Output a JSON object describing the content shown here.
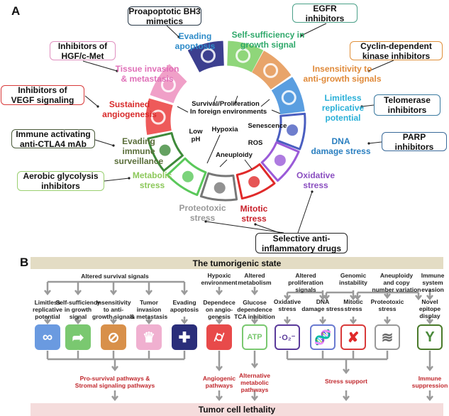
{
  "panel_a": {
    "letter": "A",
    "center_text": "Survival/Proliferation\nIn foreign environments",
    "inner_labels": {
      "low_ph": "Low\npH",
      "hypoxia": "Hypoxia",
      "senescence": "Senescence",
      "ros": "ROS",
      "aneuploidy": "Aneuploidy"
    },
    "hallmarks": [
      {
        "id": "evading-apoptosis",
        "label": "Evading\napoptosis",
        "color": "#2e8bc9",
        "icon": "cross-icon",
        "icon_color": "#3c3f8f"
      },
      {
        "id": "self-sufficiency",
        "label": "Self-sufficiency in\ngrowth signal",
        "color": "#2ea86a",
        "icon": "arrow-icon",
        "icon_color": "#8fd67a"
      },
      {
        "id": "insensitivity",
        "label": "Insensitivity to\nanti-growth signals",
        "color": "#e08a3a",
        "icon": "no-sign-icon",
        "icon_color": "#e8a46a"
      },
      {
        "id": "limitless",
        "label": "Limitless\nreplicative\npotential",
        "color": "#2ab0d8",
        "icon": "infinity-icon",
        "icon_color": "#5a9ee0"
      },
      {
        "id": "dna-damage",
        "label": "DNA\ndamage stress",
        "color": "#2a7fc0",
        "icon": "dna-icon",
        "icon_color": "#4a5ec0"
      },
      {
        "id": "oxidative",
        "label": "Oxidative\nstress",
        "color": "#8a4ec0",
        "icon": "superoxide-icon",
        "icon_color": "#9a5ad8"
      },
      {
        "id": "mitotic",
        "label": "Mitotic\nstress",
        "color": "#c8202a",
        "icon": "chromosome-icon",
        "icon_color": "#e02a2a"
      },
      {
        "id": "proteotoxic",
        "label": "Proteotoxic\nstress",
        "color": "#999999",
        "icon": "protein-icon",
        "icon_color": "#777777"
      },
      {
        "id": "metabolic",
        "label": "Metabolic\nstress",
        "color": "#8cc85a",
        "icon": "atp-icon",
        "icon_color": "#5ac85a"
      },
      {
        "id": "immune",
        "label": "Evading\nimmune\nsurveillance",
        "color": "#5a6e3a",
        "icon": "antibody-icon",
        "icon_color": "#3e8a3a"
      },
      {
        "id": "angiogenesis",
        "label": "Sustained\nangiogenesis",
        "color": "#d82a2a",
        "icon": "vessel-icon",
        "icon_color": "#ee5a5a"
      },
      {
        "id": "invasion",
        "label": "Tissue invasion\n& metastasis",
        "color": "#e070b8",
        "icon": "crown-icon",
        "icon_color": "#f0a0c8"
      }
    ],
    "drugs": [
      {
        "label": "Proapoptotic BH3\nmimetics",
        "border": "#2a3a4a"
      },
      {
        "label": "EGFR inhibitors",
        "border": "#4aa088"
      },
      {
        "label": "Cyclin-dependent\nkinase inhibitors",
        "border": "#e0903a"
      },
      {
        "label": "Telomerase\ninhibitors",
        "border": "#3a7aa0"
      },
      {
        "label": "PARP inhibitors",
        "border": "#3a6a9a"
      },
      {
        "label": "Inhibitors of\nHGF/c-Met",
        "border": "#e090c0"
      },
      {
        "label": "Inhibitors of\nVEGF signaling",
        "border": "#d83a3a"
      },
      {
        "label": "Immune activating\nanti-CTLA4 mAb",
        "border": "#4a5a3a"
      },
      {
        "label": "Aerobic glycolysis\ninhibitors",
        "border": "#9ad070"
      },
      {
        "label": "Selective anti-\ninflammatory drugs",
        "border": "#222222"
      }
    ]
  },
  "panel_b": {
    "letter": "B",
    "top_bar": "The tumorigenic state",
    "bottom_bar": "Tumor cell lethality",
    "groups": [
      {
        "label": "Altered survival signals"
      },
      {
        "label": "Hypoxic\nenvironment"
      },
      {
        "label": "Altered\nmetabolism"
      },
      {
        "label": "Altered\nproliferation\nsignals"
      },
      {
        "label": "Genomic\ninstability"
      },
      {
        "label": "Aneuploidy\nand copy\nnumber variation"
      },
      {
        "label": "Immune\nsystem\nevasion"
      }
    ],
    "hallmarks": [
      {
        "label": "Limitless\nreplicative\npotential",
        "icon": "infinity-icon"
      },
      {
        "label": "Self-sufficiency\nin growth\nsignal",
        "icon": "arrow-icon"
      },
      {
        "label": "Insensitivity\nto anti-\ngrowth signals",
        "icon": "no-sign-icon"
      },
      {
        "label": "Tumor\ninvasion\n& metastasis",
        "icon": "crown-icon"
      },
      {
        "label": "Evading\napoptosis",
        "icon": "cross-icon"
      },
      {
        "label": "Dependece\non angio-\ngenesis",
        "icon": "vessel-icon"
      },
      {
        "label": "Glucose\ndependence\nTCA inhibition",
        "icon": "atp-icon"
      },
      {
        "label": "Oxidative\nstress",
        "icon": "superoxide-icon"
      },
      {
        "label": "DNA\ndamage stress",
        "icon": "dna-icon"
      },
      {
        "label": "Mitotic\nstress",
        "icon": "chromosome-icon"
      },
      {
        "label": "Proteotoxic\nstress",
        "icon": "protein-icon"
      },
      {
        "label": "Novel\nepitope\ndisplay",
        "icon": "antibody-icon"
      }
    ],
    "icon_text": {
      "atp": "ATP",
      "superoxide": "·O₂⁻"
    },
    "outcomes": [
      {
        "label": "Pro-survival pathways &\nStromal signaling pathways"
      },
      {
        "label": "Angiogenic\npathways"
      },
      {
        "label": "Alternative\nmetabolic\npathways"
      },
      {
        "label": "Stress support"
      },
      {
        "label": "Immune\nsuppression"
      }
    ],
    "colors": {
      "top_bar": "#e3dcc4",
      "bottom_bar": "#f5dcdc",
      "outcome_text": "#c0282d",
      "arrow": "#999999"
    }
  }
}
